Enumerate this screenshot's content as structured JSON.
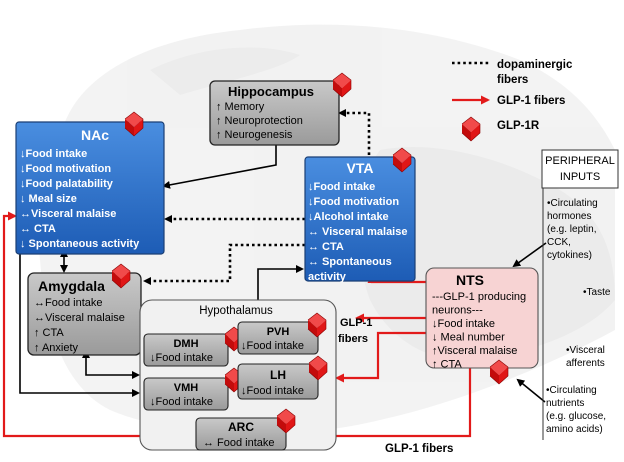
{
  "legend": {
    "dopaminergic": "dopaminergic fibers",
    "glp1_fibers": "GLP-1 fibers",
    "glp1r": "GLP-1R"
  },
  "hippocampus": {
    "title": "Hippocampus",
    "lines": [
      "↑ Memory",
      "↑ Neuroprotection",
      "↑ Neurogenesis"
    ]
  },
  "nac": {
    "title": "NAc",
    "lines": [
      "↓Food intake",
      "↓Food motivation",
      "↓Food palatability",
      "↓ Meal size",
      "↔Visceral malaise",
      "↔ CTA",
      "↓ Spontaneous activity"
    ]
  },
  "vta": {
    "title": "VTA",
    "lines": [
      "↓Food intake",
      "↓Food motivation",
      "↓Alcohol intake",
      "↔ Visceral malaise",
      "↔ CTA",
      "↔ Spontaneous",
      "activity"
    ]
  },
  "amygdala": {
    "title": "Amygdala",
    "lines": [
      "↔Food intake",
      "↔Visceral malaise",
      "↑ CTA",
      "↑ Anxiety"
    ]
  },
  "hypothalamus": {
    "title": "Hypothalamus",
    "dmh": {
      "title": "DMH",
      "line": "↓Food intake"
    },
    "pvh": {
      "title": "PVH",
      "line": "↓Food intake"
    },
    "vmh": {
      "title": "VMH",
      "line": "↓Food intake"
    },
    "lh": {
      "title": "LH",
      "line": "↓Food intake"
    },
    "arc": {
      "title": "ARC",
      "line": "↔ Food intake"
    }
  },
  "nts": {
    "title": "NTS",
    "lines": [
      "---GLP-1 producing",
      "neurons---",
      "↓Food intake",
      "↓ Meal number",
      "↑Visceral malaise",
      "↑ CTA"
    ]
  },
  "peripheral": {
    "title_line1": "PERIPHERAL",
    "title_line2": "INPUTS",
    "circulating_hormones": [
      "•Circulating",
      "hormones",
      "(e.g. leptin,",
      "CCK,",
      "cytokines)"
    ],
    "taste": "•Taste",
    "visceral_afferents": [
      "•Visceral",
      "afferents"
    ],
    "circulating_nutrients": [
      "•Circulating",
      "nutrients",
      "(e.g. glucose,",
      "amino acids)"
    ]
  },
  "fiber_labels": {
    "glp1_fibers_mid_line1": "GLP-1",
    "glp1_fibers_mid_line2": "fibers",
    "glp1_fibers_bottom": "GLP-1 fibers"
  },
  "colors": {
    "blue_box": "#2e6fc8",
    "gray_box": "#aeaeae",
    "nts_box": "#f7d3d3",
    "red_fiber": "#e21a1a",
    "receptor_red": "#dd1010"
  }
}
